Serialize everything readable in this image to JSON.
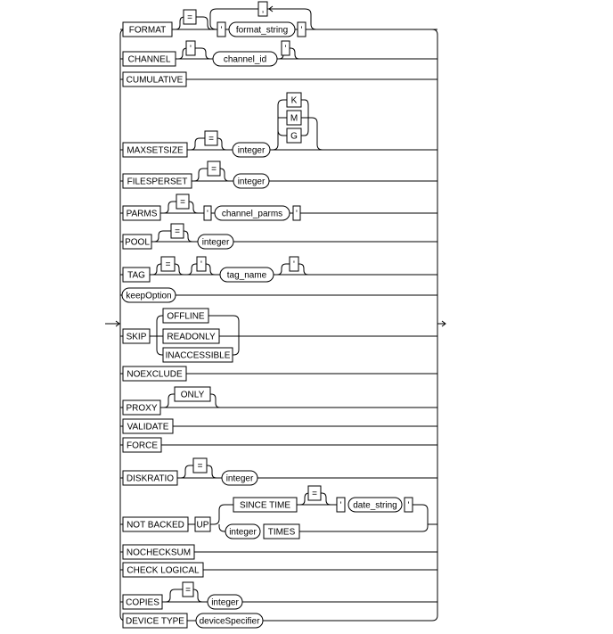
{
  "diagram": {
    "rows": {
      "format": {
        "keyword": "FORMAT",
        "eq": "=",
        "quote_open": "'",
        "value": "format_string",
        "quote_close": "'",
        "separator": ","
      },
      "channel": {
        "keyword": "CHANNEL",
        "quote_open": "'",
        "value": "channel_id",
        "quote_close": "'"
      },
      "cumulative": {
        "keyword": "CUMULATIVE"
      },
      "maxsetsize": {
        "keyword": "MAXSETSIZE",
        "eq": "=",
        "value": "integer",
        "unit_k": "K",
        "unit_m": "M",
        "unit_g": "G"
      },
      "filesperset": {
        "keyword": "FILESPERSET",
        "eq": "=",
        "value": "integer"
      },
      "parms": {
        "keyword": "PARMS",
        "eq": "=",
        "quote_open": "'",
        "value": "channel_parms",
        "quote_close": "'"
      },
      "pool": {
        "keyword": "POOL",
        "eq": "=",
        "value": "integer"
      },
      "tag": {
        "keyword": "TAG",
        "eq": "=",
        "quote_open": "'",
        "value": "tag_name",
        "quote_close": "'"
      },
      "keep": {
        "value": "keepOption"
      },
      "skip": {
        "keyword": "SKIP",
        "opt1": "OFFLINE",
        "opt2": "READONLY",
        "opt3": "INACCESSIBLE"
      },
      "noexclude": {
        "keyword": "NOEXCLUDE"
      },
      "proxy": {
        "keyword": "PROXY",
        "opt": "ONLY"
      },
      "validate": {
        "keyword": "VALIDATE"
      },
      "force": {
        "keyword": "FORCE"
      },
      "diskratio": {
        "keyword": "DISKRATIO",
        "eq": "=",
        "value": "integer"
      },
      "notbacked": {
        "keyword": "NOT BACKED",
        "up": "UP",
        "since": "SINCE TIME",
        "eq": "=",
        "quote_open": "'",
        "value": "date_string",
        "quote_close": "'",
        "int": "integer",
        "times": "TIMES"
      },
      "nochecksum": {
        "keyword": "NOCHECKSUM"
      },
      "checklogical": {
        "keyword": "CHECK LOGICAL"
      },
      "copies": {
        "keyword": "COPIES",
        "eq": "=",
        "value": "integer"
      },
      "devicetype": {
        "keyword": "DEVICE TYPE",
        "value": "deviceSpecifier"
      }
    }
  }
}
